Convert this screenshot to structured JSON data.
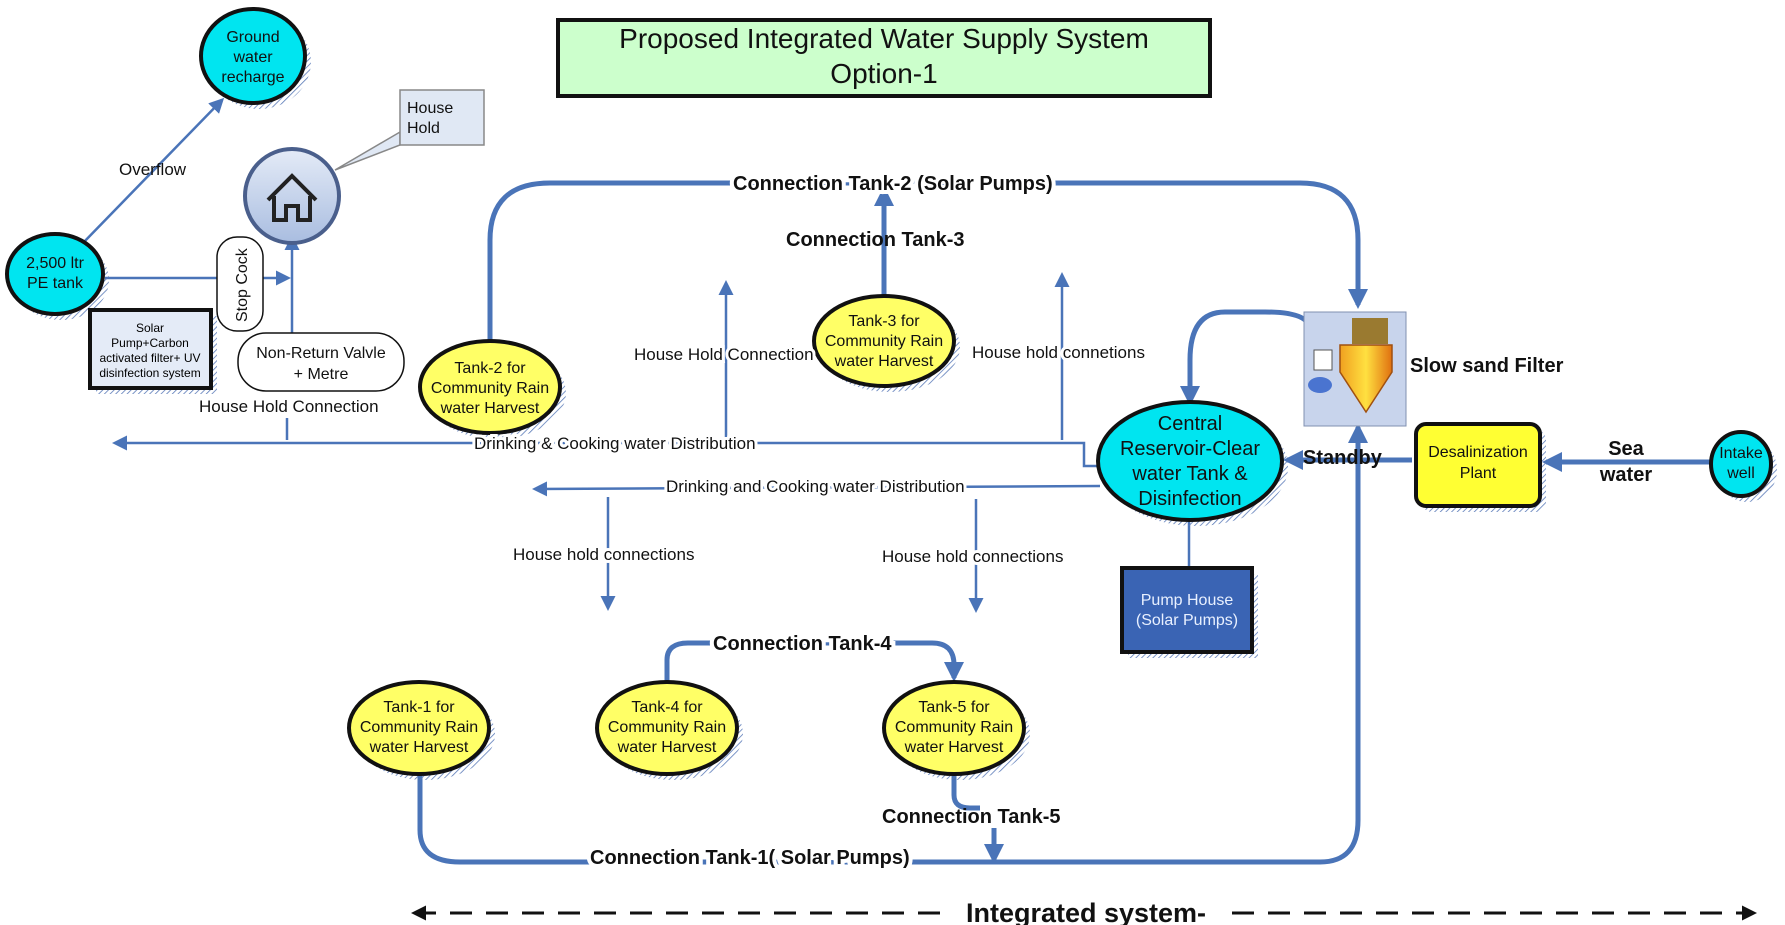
{
  "title": {
    "line1": "Proposed Integrated Water Supply System",
    "line2": "Option-1"
  },
  "nodes": {
    "ground_water": [
      "Ground",
      "water",
      "recharge"
    ],
    "pe_tank": [
      "2,500 ltr",
      "PE tank"
    ],
    "house_hold_callout": [
      "House",
      "Hold"
    ],
    "stop_cock": "Stop Cock",
    "non_return_valve": [
      "Non-Return Valvle",
      "+ Metre"
    ],
    "solar_filter": [
      "Solar",
      "Pump+Carbon",
      "activated filter+ UV",
      "disinfection system"
    ],
    "tank1": [
      "Tank-1 for",
      "Community Rain",
      "water Harvest"
    ],
    "tank2": [
      "Tank-2 for",
      "Community Rain",
      "water Harvest"
    ],
    "tank3": [
      "Tank-3 for",
      "Community Rain",
      "water Harvest"
    ],
    "tank4": [
      "Tank-4 for",
      "Community Rain",
      "water Harvest"
    ],
    "tank5": [
      "Tank-5 for",
      "Community Rain",
      "water Harvest"
    ],
    "central_reservoir": [
      "Central",
      "Reservoir-Clear",
      "water Tank &",
      "Disinfection"
    ],
    "pump_house": [
      "Pump House",
      "(Solar Pumps)"
    ],
    "desalination": [
      "Desalinization",
      "Plant"
    ],
    "intake_well": [
      "Intake",
      "well"
    ],
    "slow_sand_filter": "Slow sand Filter"
  },
  "labels": {
    "overflow": "Overflow",
    "hh_connection_left": "House Hold Connection",
    "drinking_cooking_1": "Drinking & Cooking water Distribution",
    "drinking_cooking_2": "Drinking and Cooking water Distribution",
    "hh_connection_mid": "House Hold Connection",
    "hh_connetions_right": "House hold connetions",
    "hh_connections_low1": "House hold connections",
    "hh_connections_low2": "House hold connections",
    "standby": "Standby",
    "sea_water": [
      "Sea",
      "water"
    ],
    "conn_tank1": "Connection Tank-1( Solar Pumps)",
    "conn_tank2": "Connection Tank-2 (Solar Pumps)",
    "conn_tank3": "Connection Tank-3",
    "conn_tank4": "Connection Tank-4",
    "conn_tank5": "Connection Tank-5",
    "integrated": "Integrated system-"
  },
  "colors": {
    "flow_line": "#4a74b8",
    "cyan_node": "#00e5f0",
    "yellow_node": "#ffff66",
    "title_bg": "#ccffcc",
    "pump_house": "#3a64b4",
    "desal": "#ffff33"
  },
  "icons": [
    "house-icon",
    "slow-sand-filter-icon"
  ]
}
